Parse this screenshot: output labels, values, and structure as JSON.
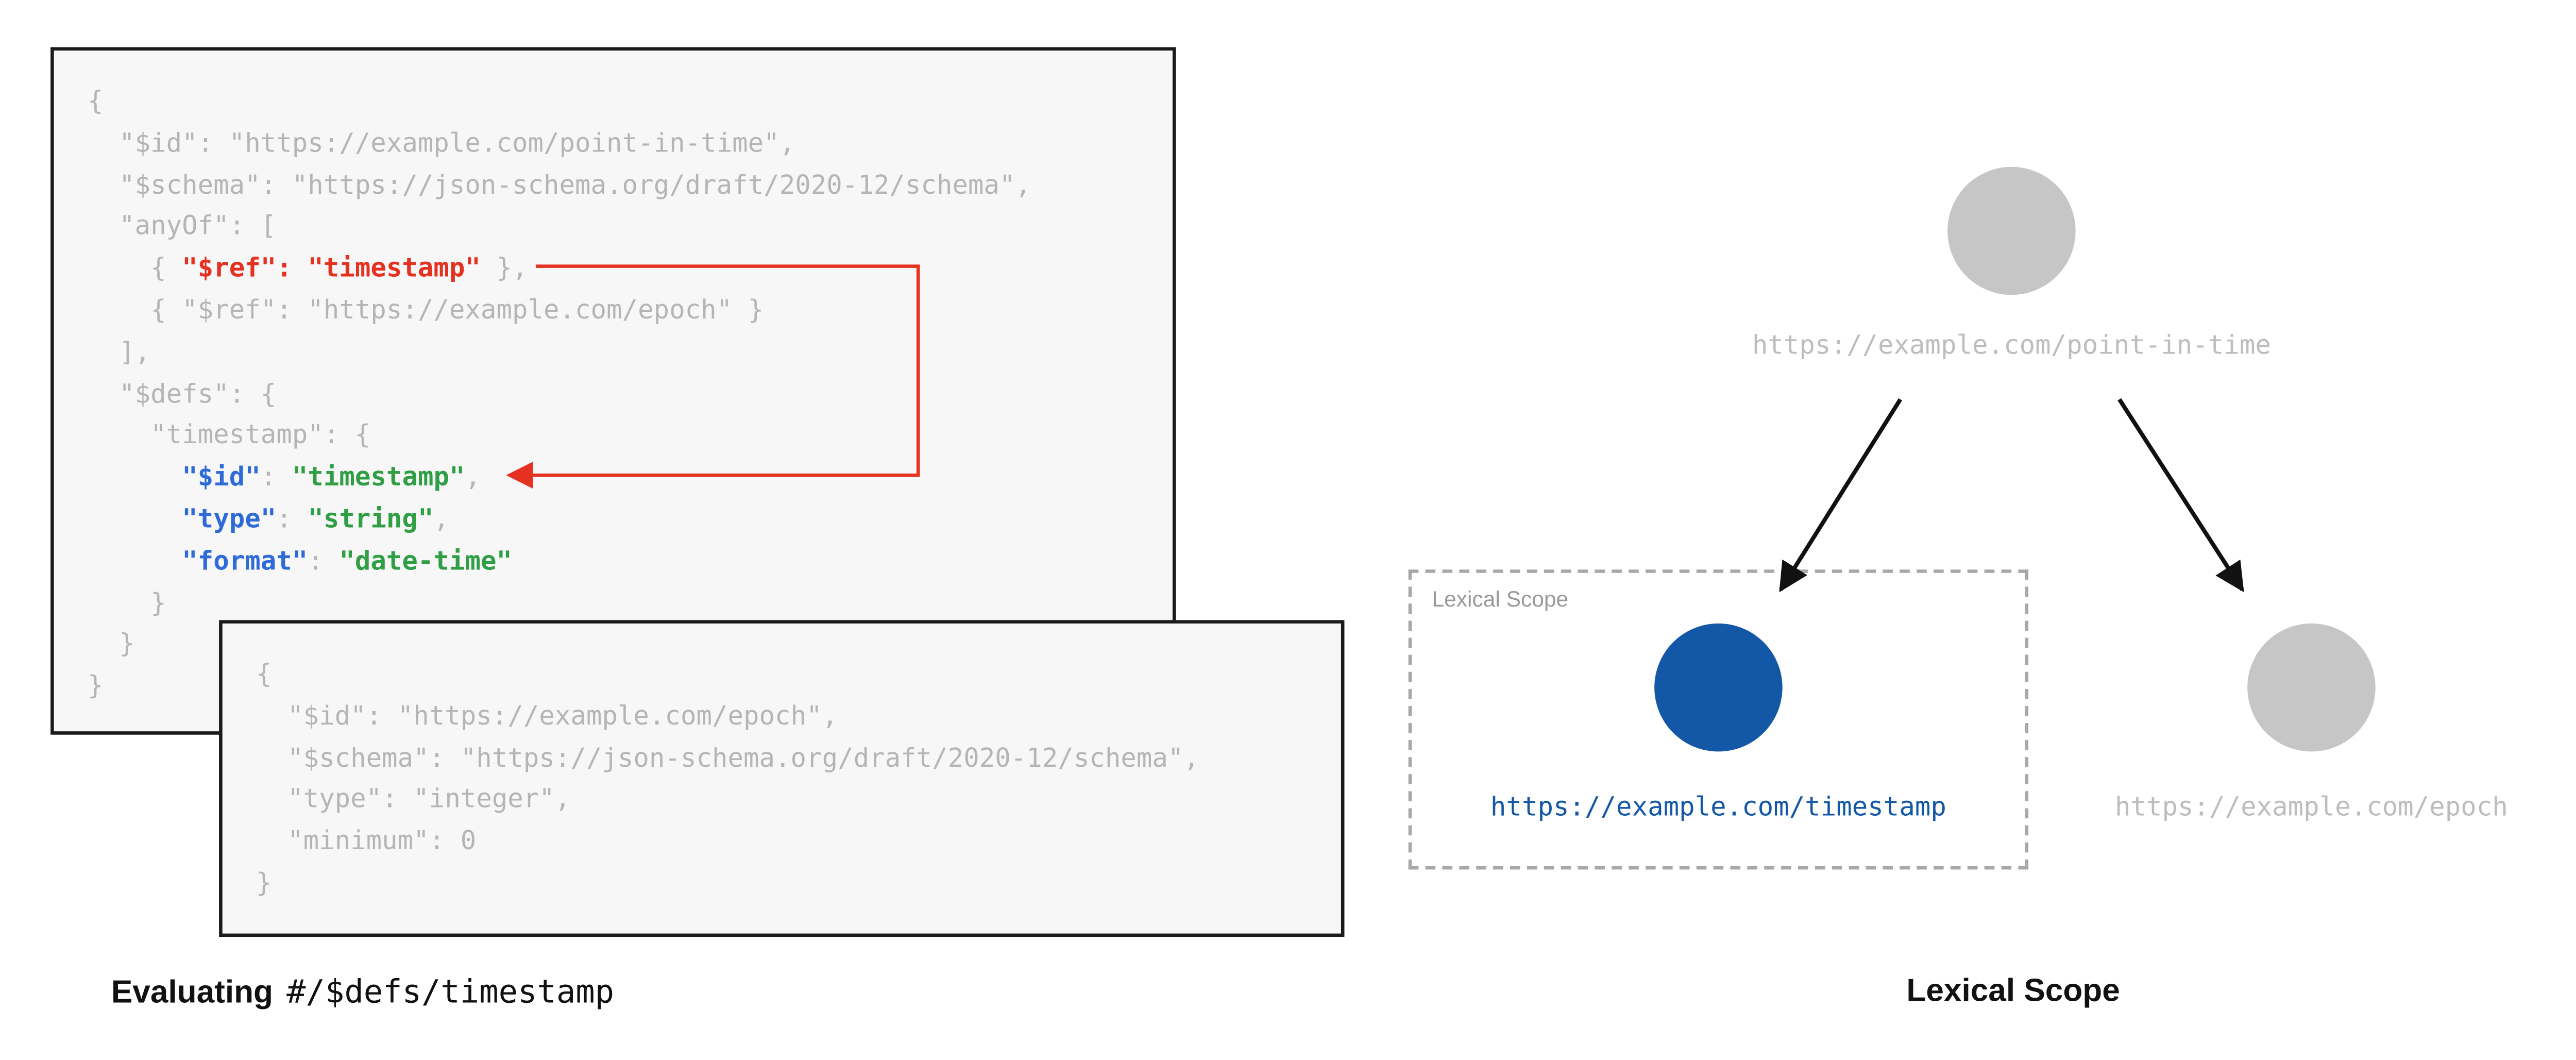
{
  "captions": {
    "left_prefix": "Evaluating",
    "left_code": "#/$defs/timestamp",
    "right": "Lexical Scope"
  },
  "panels": {
    "point_in_time": {
      "lines": [
        [
          [
            "{",
            "g"
          ]
        ],
        [
          [
            "  \"$id\": \"https://example.com/point-in-time\",",
            "g"
          ]
        ],
        [
          [
            "  \"$schema\": \"https://json-schema.org/draft/2020-12/schema\",",
            "g"
          ]
        ],
        [
          [
            "  \"anyOf\": [",
            "g"
          ]
        ],
        [
          [
            "    { ",
            "g"
          ],
          [
            "\"$ref\": \"timestamp\"",
            "r"
          ],
          [
            " },",
            "g"
          ]
        ],
        [
          [
            "    { \"$ref\": \"https://example.com/epoch\" }",
            "g"
          ]
        ],
        [
          [
            "  ],",
            "g"
          ]
        ],
        [
          [
            "  \"$defs\": {",
            "g"
          ]
        ],
        [
          [
            "    \"timestamp\": {",
            "g"
          ]
        ],
        [
          [
            "      ",
            "g"
          ],
          [
            "\"$id\"",
            "b"
          ],
          [
            ": ",
            "g"
          ],
          [
            "\"timestamp\"",
            "gr"
          ],
          [
            ",",
            "g"
          ]
        ],
        [
          [
            "      ",
            "g"
          ],
          [
            "\"type\"",
            "b"
          ],
          [
            ": ",
            "g"
          ],
          [
            "\"string\"",
            "gr"
          ],
          [
            ",",
            "g"
          ]
        ],
        [
          [
            "      ",
            "g"
          ],
          [
            "\"format\"",
            "b"
          ],
          [
            ": ",
            "g"
          ],
          [
            "\"date-time\"",
            "gr"
          ]
        ],
        [
          [
            "    }",
            "g"
          ]
        ],
        [
          [
            "  }",
            "g"
          ]
        ],
        [
          [
            "}",
            "g"
          ]
        ]
      ]
    },
    "epoch": {
      "lines": [
        [
          [
            "{",
            "g"
          ]
        ],
        [
          [
            "  \"$id\": \"https://example.com/epoch\",",
            "g"
          ]
        ],
        [
          [
            "  \"$schema\": \"https://json-schema.org/draft/2020-12/schema\",",
            "g"
          ]
        ],
        [
          [
            "  \"type\": \"integer\",",
            "g"
          ]
        ],
        [
          [
            "  \"minimum\": 0",
            "g"
          ]
        ],
        [
          [
            "}",
            "g"
          ]
        ]
      ]
    }
  },
  "diagram": {
    "scope_box_label": "Lexical Scope",
    "nodes": {
      "root": {
        "label": "https://example.com/point-in-time"
      },
      "timestamp": {
        "label": "https://example.com/timestamp"
      },
      "epoch": {
        "label": "https://example.com/epoch"
      }
    }
  },
  "colors": {
    "code-gray": "#b5b5b5",
    "code-red": "#e5311f",
    "code-blue": "#2e6bd9",
    "code-green": "#2f9e44",
    "node-gray": "#c6c6c6",
    "node-blue": "#1358a6",
    "label-gray": "#bdbdbd",
    "label-blue": "#1358a6",
    "arrow-red": "#e5311f",
    "arrow-black": "#111111",
    "panel-bg": "#f7f7f7",
    "panel-border": "#1a1a1a",
    "scope-border": "#a8a8a8",
    "scope-label": "#999999"
  }
}
